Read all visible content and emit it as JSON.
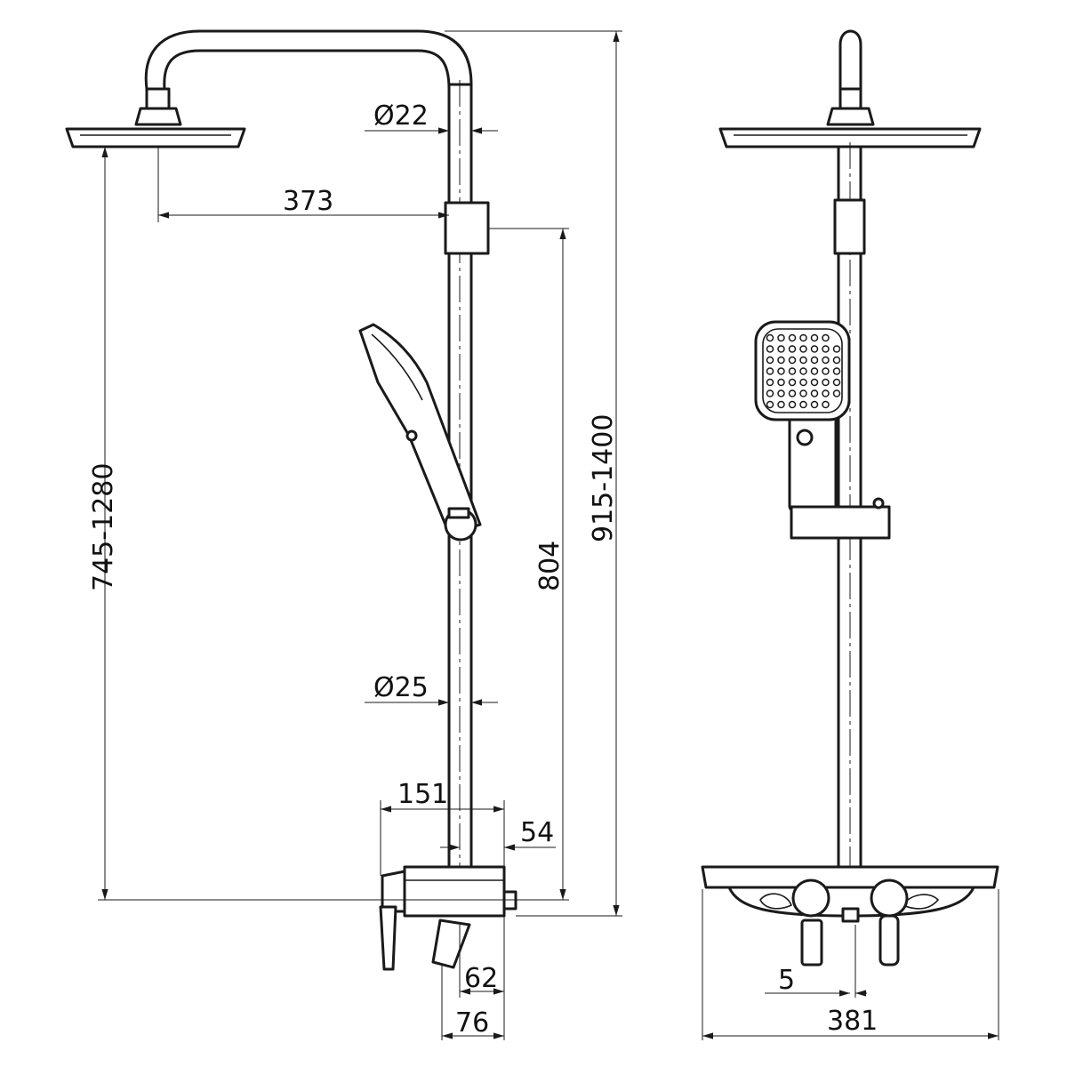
{
  "drawing": {
    "title": "Shower system dimension drawing",
    "line_color": "#1a1a1a",
    "side_view": {
      "dim_pipe_top_diameter": "Ø22",
      "dim_arm_reach": "373",
      "dim_total_height": "915-1400",
      "dim_slider_height": "804",
      "dim_head_height": "745-1280",
      "dim_pipe_bottom_diameter": "Ø25",
      "dim_mixer_depth": "151",
      "dim_pipe_offset": "54",
      "dim_spout_62": "62",
      "dim_spout_76": "76"
    },
    "front_view": {
      "dim_offset": "5",
      "dim_shelf_width": "381"
    }
  }
}
